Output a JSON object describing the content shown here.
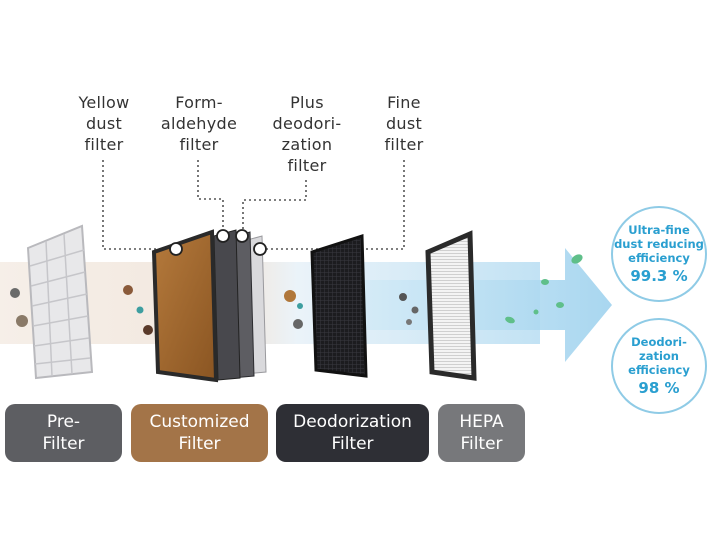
{
  "labels": {
    "yellow_dust": [
      "Yellow",
      "dust",
      "filter"
    ],
    "formaldehyde": [
      "Form-",
      "aldehyde",
      "filter"
    ],
    "deodorization": [
      "Plus",
      "deodori-",
      "zation",
      "filter"
    ],
    "fine_dust": [
      "Fine",
      "dust",
      "filter"
    ]
  },
  "stages": [
    {
      "lines": [
        "Pre-",
        "Filter"
      ],
      "color": "#5d5e62"
    },
    {
      "lines": [
        "Customized",
        "Filter"
      ],
      "color": "#a37448"
    },
    {
      "lines": [
        "Deodorization",
        "Filter"
      ],
      "color": "#2e2f35"
    },
    {
      "lines": [
        "HEPA",
        "Filter"
      ],
      "color": "#77787b"
    }
  ],
  "results": [
    {
      "lines": [
        "Ultra-fine",
        "dust reducing",
        "efficiency"
      ],
      "value": "99.3 %"
    },
    {
      "lines": [
        "Deodori-",
        "zation",
        "efficiency"
      ],
      "value": "98 %"
    }
  ],
  "colors": {
    "accent": "#2a9fd0",
    "arrow": "#a9d6ef",
    "brown_filter": "#9c642a"
  }
}
